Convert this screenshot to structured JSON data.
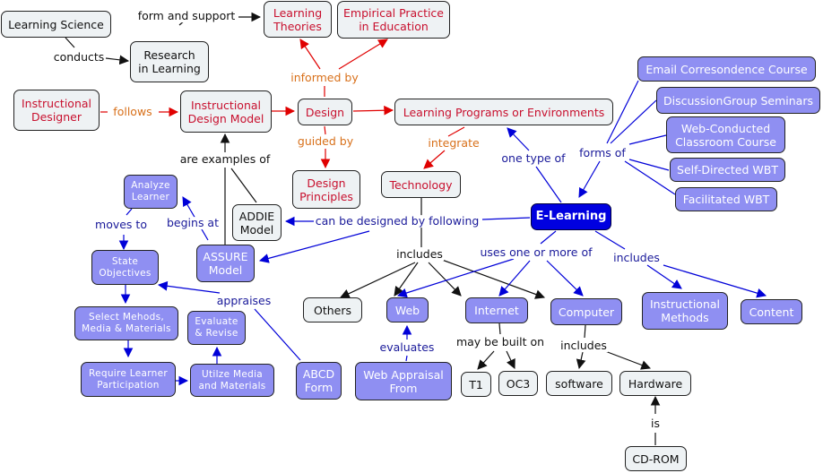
{
  "title": "E-Learning Concept Map",
  "colors": {
    "black_link": "#111111",
    "red_link": "#e00000",
    "blue_link": "#0000d8",
    "node_gray": "#eef2f4",
    "node_purple": "#8f8ff2",
    "node_blue": "#0000e0",
    "text_red": "#c8102e",
    "label_orange": "#d8701a",
    "label_navy": "#1a1a9a"
  },
  "nodes": {
    "learning_science": "Learning Science",
    "research_in_learning": "Research\nin Learning",
    "learning_theories": "Learning\nTheories",
    "empirical_practice": "Empirical Practice\nin Education",
    "instructional_designer": "Instructional\nDesigner",
    "instructional_design_model": "Instructional\nDesign Model",
    "design": "Design",
    "learning_programs": "Learning Programs or Environments",
    "design_principles": "Design\nPrinciples",
    "technology": "Technology",
    "email_course": "Email Corresondence Course",
    "discussion_group": "DiscussionGroup Seminars",
    "web_conducted": "Web-Conducted\nClassroom Course",
    "self_directed": "Self-Directed WBT",
    "facilitated": "Facilitated WBT",
    "e_learning": "E-Learning",
    "analyze_learner": "Analyze\nLearner",
    "addie_model": "ADDIE\nModel",
    "assure_model": "ASSURE\nModel",
    "state_objectives": "State\nObjectives",
    "select_methods": "Select Mehods,\nMedia & Materials",
    "evaluate_revise": "Evaluate\n& Revise",
    "require_participation": "Require Learner\nParticipation",
    "utilize_media": "Utilze Media\nand Materials",
    "abcd_form": "ABCD\nForm",
    "others": "Others",
    "web": "Web",
    "internet": "Internet",
    "computer": "Computer",
    "instructional_methods": "Instructional\nMethods",
    "content": "Content",
    "web_appraisal": "Web Appraisal\nFrom",
    "t1": "T1",
    "oc3": "OC3",
    "software": "software",
    "hardware": "Hardware",
    "cd_rom": "CD-ROM"
  },
  "links": {
    "form_and_support": "form and support",
    "conducts": "conducts",
    "informed_by": "informed by",
    "follows": "follows",
    "guided_by": "guided by",
    "integrate": "integrate",
    "one_type_of": "one type of",
    "forms_of": "forms of",
    "are_examples_of": "are examples of",
    "moves_to": "moves to",
    "begins_at": "begins at",
    "can_be_designed_by": "can be designed by following",
    "includes_tech": "includes",
    "uses_one_or_more": "uses one or more of",
    "includes_elearning": "includes",
    "appraises": "appraises",
    "evaluates": "evaluates",
    "may_be_built_on": "may be built on",
    "includes_computer": "includes",
    "is": "is"
  }
}
